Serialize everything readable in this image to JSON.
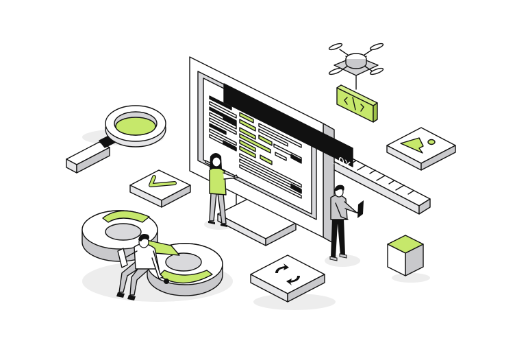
{
  "illustration": {
    "subject": "isometric software development / web design workspace",
    "palette": {
      "accent": "#c6e86b",
      "accent_dark": "#9fc24a",
      "line": "#111111",
      "light_gray": "#e6e6e8",
      "mid_gray": "#c9c9cc",
      "shadow": "#ececec",
      "black": "#111111",
      "background": "#ffffff"
    },
    "monitor": {
      "window_controls_text": "_OX"
    },
    "objects": [
      {
        "name": "magnifying-glass",
        "fill": "accent lens"
      },
      {
        "name": "checkmark-tile",
        "icon": "check"
      },
      {
        "name": "infinity-loop",
        "icon": "devops infinity"
      },
      {
        "name": "code-tag-sign",
        "icon": "</>"
      },
      {
        "name": "drone"
      },
      {
        "name": "image-tile",
        "icon": "mountain + sun"
      },
      {
        "name": "ruler"
      },
      {
        "name": "sync-tile",
        "icon": "refresh arrows"
      },
      {
        "name": "cube",
        "fill": "accent top"
      }
    ],
    "people": [
      {
        "name": "woman-at-monitor",
        "shirt": "accent"
      },
      {
        "name": "man-with-tablet",
        "shirt": "gray"
      },
      {
        "name": "man-sitting-on-infinity",
        "shirt": "white"
      }
    ]
  }
}
